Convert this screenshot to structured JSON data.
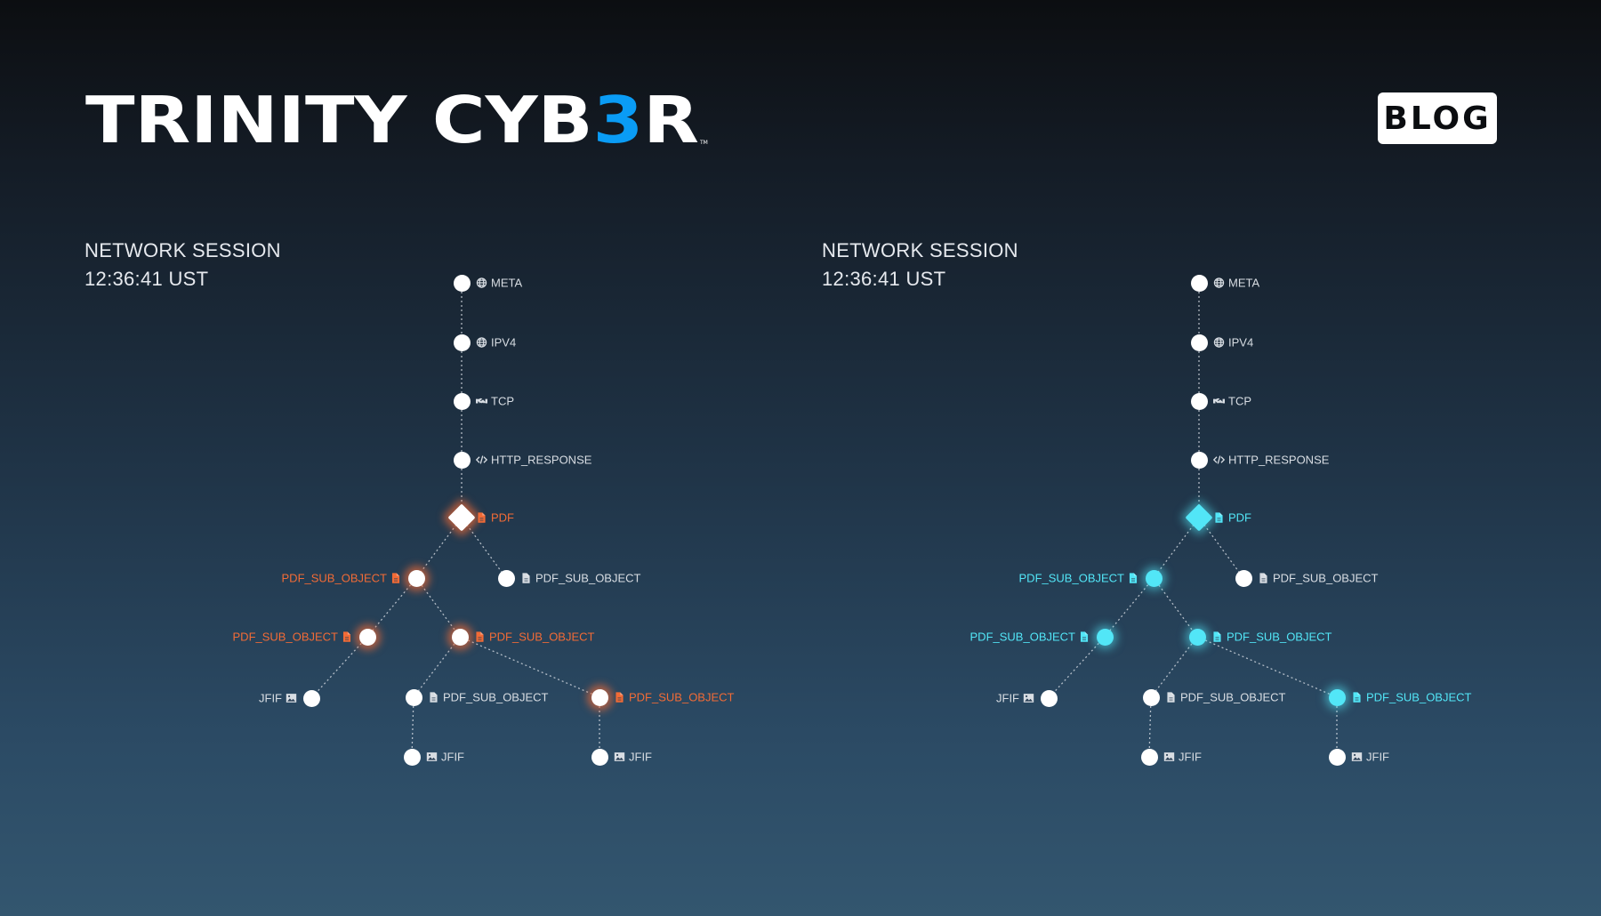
{
  "brand": {
    "name_part1": "TRINITY CYB",
    "name_accent": "3",
    "name_part2": "R",
    "trademark": "TM",
    "accent_color": "#0a9cf5"
  },
  "blog_button": {
    "label": "BLOG"
  },
  "colors": {
    "orange": "#f26b36",
    "cyan": "#52e6f7",
    "node": "#ffffff",
    "label": "#d8dde3"
  },
  "panels": [
    {
      "title": "NETWORK SESSION",
      "time": "12:36:41 UST",
      "highlight": "orange"
    },
    {
      "title": "NETWORK SESSION",
      "time": "12:36:41 UST",
      "highlight": "cyan"
    }
  ],
  "tree": [
    {
      "label": "META",
      "icon": "globe-icon",
      "parent": null,
      "highlighted": false
    },
    {
      "label": "IPV4",
      "icon": "globe-icon",
      "parent": 0,
      "highlighted": false
    },
    {
      "label": "TCP",
      "icon": "handshake-icon",
      "parent": 1,
      "highlighted": false
    },
    {
      "label": "HTTP_RESPONSE",
      "icon": "code-icon",
      "parent": 2,
      "highlighted": false
    },
    {
      "label": "PDF",
      "icon": "file-icon",
      "parent": 3,
      "highlighted": true,
      "shape": "diamond"
    },
    {
      "label": "PDF_SUB_OBJECT",
      "icon": "file-icon",
      "parent": 4,
      "highlighted": true
    },
    {
      "label": "PDF_SUB_OBJECT",
      "icon": "file-icon",
      "parent": 4,
      "highlighted": false
    },
    {
      "label": "PDF_SUB_OBJECT",
      "icon": "file-icon",
      "parent": 5,
      "highlighted": true
    },
    {
      "label": "PDF_SUB_OBJECT",
      "icon": "file-icon",
      "parent": 5,
      "highlighted": true
    },
    {
      "label": "JFIF",
      "icon": "image-icon",
      "parent": 7,
      "highlighted": false
    },
    {
      "label": "PDF_SUB_OBJECT",
      "icon": "file-icon",
      "parent": 8,
      "highlighted": false
    },
    {
      "label": "PDF_SUB_OBJECT",
      "icon": "file-icon",
      "parent": 8,
      "highlighted": true
    },
    {
      "label": "JFIF",
      "icon": "image-icon",
      "parent": 10,
      "highlighted": false
    },
    {
      "label": "JFIF",
      "icon": "image-icon",
      "parent": 11,
      "highlighted": false
    }
  ]
}
